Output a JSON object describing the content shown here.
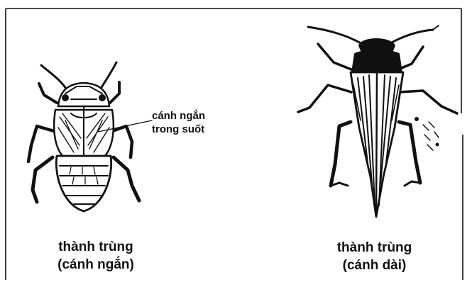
{
  "labels": {
    "callout_line1": "cánh ngắn",
    "callout_line2": "trong suốt",
    "left_caption_line1": "thành trùng",
    "left_caption_line2": "(cánh ngắn)",
    "right_caption_line1": "thành trùng",
    "right_caption_line2": "(cánh dài)"
  },
  "colors": {
    "ink": "#111111",
    "paper": "#ffffff"
  }
}
